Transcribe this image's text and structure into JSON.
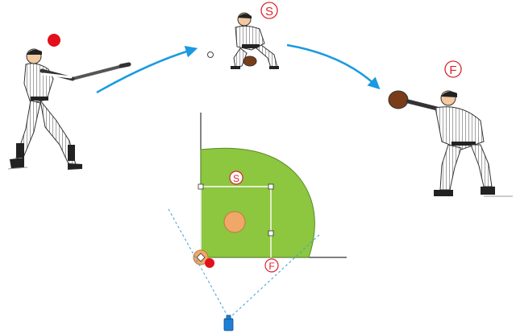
{
  "markers": {
    "shortstop": "S",
    "first_base": "F",
    "field_shortstop": "S",
    "field_first_base": "F"
  },
  "colors": {
    "marker_ring": "#d9232d",
    "ball": "#e2101b",
    "arrow": "#1a9ae0",
    "field_grass": "#8dc63f",
    "field_line": "#333333",
    "mound": "#f0a868",
    "camera": "#1f7fd6",
    "sight_line": "#3aa0d8"
  },
  "icons": {
    "batter": "batter-figure",
    "shortstop": "shortstop-figure",
    "first_baseman": "first-baseman-figure",
    "camera": "camera-icon"
  }
}
